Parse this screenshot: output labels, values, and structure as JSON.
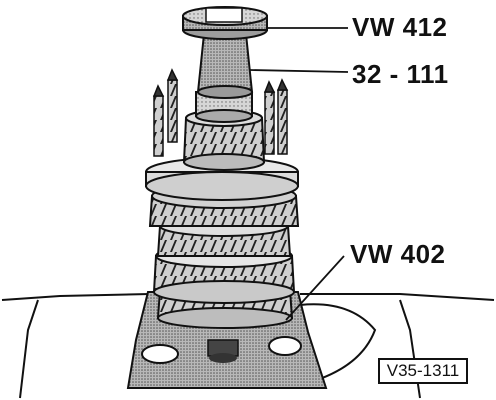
{
  "figure": {
    "callouts": {
      "vw412": "VW 412",
      "press_piece": "32 - 111",
      "vw402": "VW 402"
    },
    "figure_id": "V35-1311"
  },
  "colors": {
    "ink": "#111111",
    "halftone_gray": "#9a9a9a",
    "paper": "#ffffff"
  }
}
